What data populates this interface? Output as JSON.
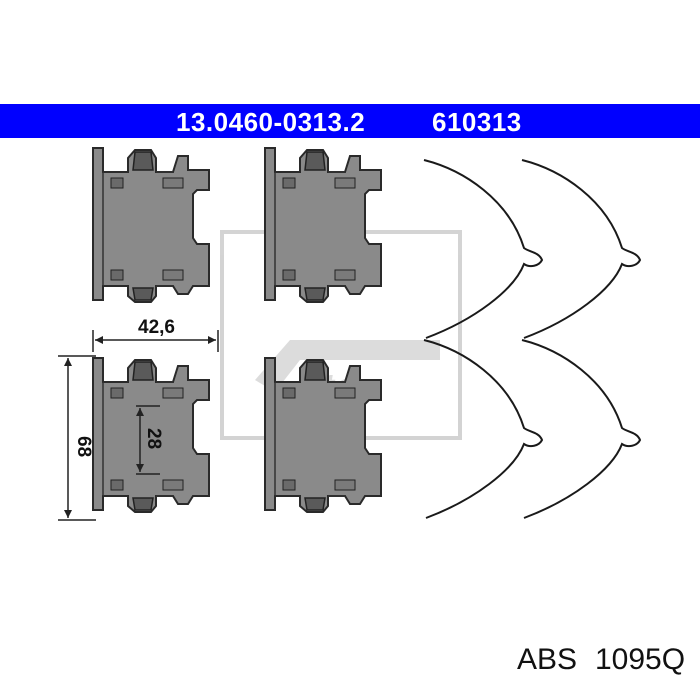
{
  "header": {
    "part_number": "13.0460-0313.2",
    "alt_number": "610313",
    "background_color": "#0000ff",
    "text_color": "#ffffff"
  },
  "dimensions": {
    "width_label": "42,6",
    "height_outer_label": "68",
    "height_inner_label": "28"
  },
  "footer": {
    "brand": "ABS",
    "code": "1095Q"
  },
  "icons": [
    "brake-clip-icon",
    "spring-wire-icon",
    "ate-watermark-icon"
  ]
}
